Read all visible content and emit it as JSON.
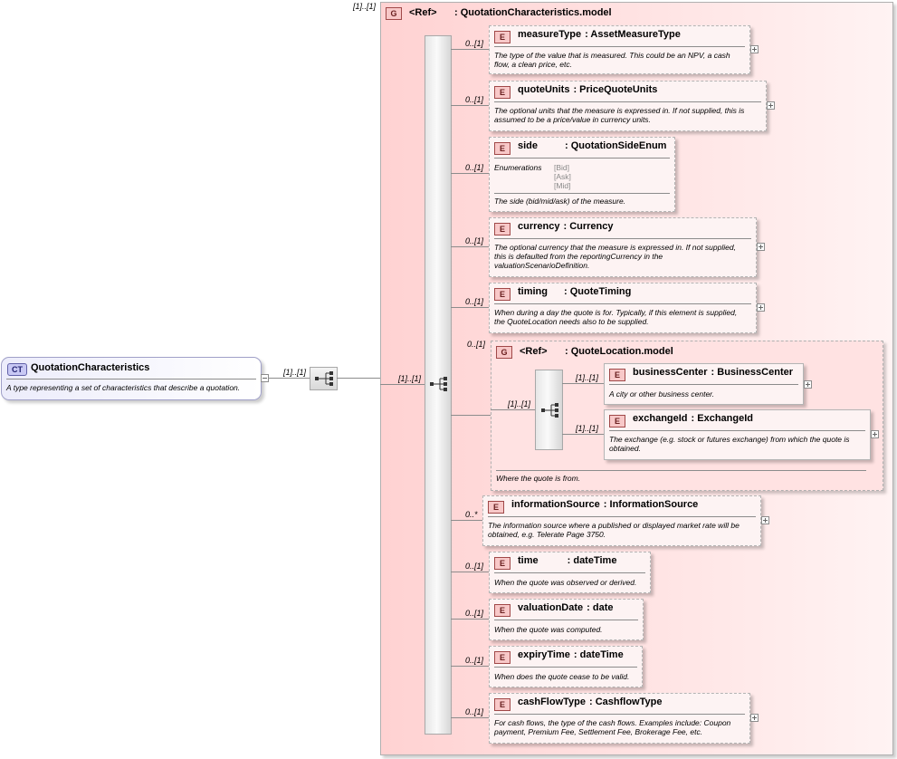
{
  "root": {
    "badge": "CT",
    "name": "QuotationCharacteristics",
    "doc": "A type representing a set of characteristics that describe a quotation."
  },
  "multiplicities": {
    "root_to_seq": "[1]..[1]",
    "outer_group": "[1]..[1]",
    "outer_seq": "[1]..[1]",
    "inner_group": "0..[1]",
    "inner_seq": "[1]..[1]"
  },
  "outer_group": {
    "badge": "G",
    "ref": "<Ref>",
    "type": ": QuotationCharacteristics.model"
  },
  "elements": [
    {
      "mult": "0..[1]",
      "name": "measureType",
      "type": ": AssetMeasureType",
      "doc": [
        "The type of the value that is measured. This could be an NPV, a cash",
        "flow, a clean price, etc."
      ]
    },
    {
      "mult": "0..[1]",
      "name": "quoteUnits",
      "type": ": PriceQuoteUnits",
      "doc": [
        "The optional units that the measure is expressed in. If not supplied, this is",
        "assumed to be a price/value in currency units."
      ]
    },
    {
      "mult": "0..[1]",
      "name": "side",
      "type": ": QuotationSideEnum",
      "enum_label": "Enumerations",
      "enums": [
        "[Bid]",
        "[Ask]",
        "[Mid]"
      ],
      "doc": [
        "The side (bid/mid/ask) of the measure."
      ]
    },
    {
      "mult": "0..[1]",
      "name": "currency",
      "type": ": Currency",
      "doc": [
        "The optional currency that the measure is expressed in. If not supplied,",
        "this is defaulted from the reportingCurrency in the",
        "valuationScenarioDefinition."
      ]
    },
    {
      "mult": "0..[1]",
      "name": "timing",
      "type": ": QuoteTiming",
      "doc": [
        "When during a day the quote is for. Typically, if this element is supplied,",
        "the QuoteLocation needs also to be supplied."
      ]
    }
  ],
  "inner_group": {
    "badge": "G",
    "ref": "<Ref>",
    "type": ": QuoteLocation.model",
    "doc": "Where the quote is from.",
    "elements": [
      {
        "mult": "[1]..[1]",
        "name": "businessCenter",
        "type": ": BusinessCenter",
        "doc": [
          "A city or other business center."
        ]
      },
      {
        "mult": "[1]..[1]",
        "name": "exchangeId",
        "type": ": ExchangeId",
        "doc": [
          "The exchange (e.g. stock or futures exchange) from which the quote is",
          "obtained."
        ]
      }
    ]
  },
  "elements_after": [
    {
      "mult": "0..*",
      "name": "informationSource",
      "type": ": InformationSource",
      "doc": [
        "The information source where a published or displayed market rate will be",
        "obtained, e.g. Telerate Page 3750."
      ]
    },
    {
      "mult": "0..[1]",
      "name": "time",
      "type": ": dateTime",
      "doc": [
        "When the quote was observed or derived."
      ]
    },
    {
      "mult": "0..[1]",
      "name": "valuationDate",
      "type": ": date",
      "doc": [
        "When the quote was computed."
      ]
    },
    {
      "mult": "0..[1]",
      "name": "expiryTime",
      "type": ": dateTime",
      "doc": [
        "When does the quote cease to be valid."
      ]
    },
    {
      "mult": "0..[1]",
      "name": "cashFlowType",
      "type": ": CashflowType",
      "doc": [
        "For cash flows, the type of the cash flows. Examples include: Coupon",
        "payment, Premium Fee, Settlement Fee, Brokerage Fee, etc."
      ]
    }
  ],
  "badges": {
    "element": "E"
  }
}
